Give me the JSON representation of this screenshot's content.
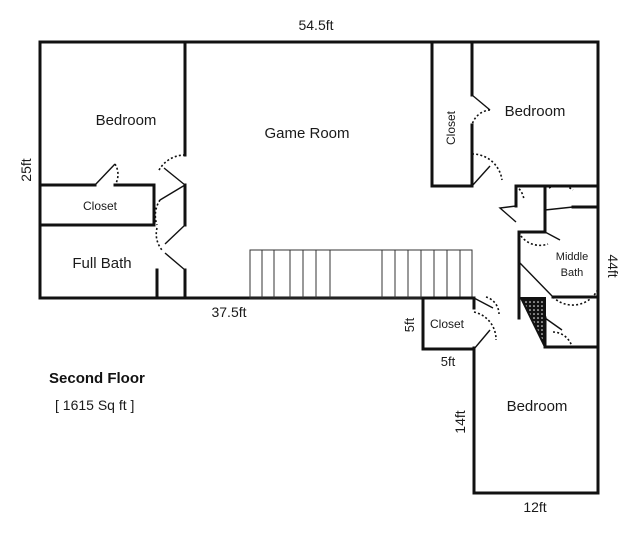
{
  "dimensions": {
    "top_width": "54.5ft",
    "left_height": "25ft",
    "right_height": "44ft",
    "inner_width": "37.5ft",
    "closet_height": "5ft",
    "closet_width": "5ft",
    "bottom_width": "12ft",
    "lower_height": "14ft"
  },
  "rooms": {
    "bedroom_left": "Bedroom",
    "game_room": "Game Room",
    "bedroom_right": "Bedroom",
    "bedroom_bottom": "Bedroom",
    "closet_left": "Closet",
    "closet_right_vertical": "Closet",
    "closet_lower": "Closet",
    "full_bath": "Full Bath",
    "middle_bath_line1": "Middle",
    "middle_bath_line2": "Bath"
  },
  "floor": {
    "name": "Second Floor",
    "area": "[ 1615 Sq ft ]"
  }
}
